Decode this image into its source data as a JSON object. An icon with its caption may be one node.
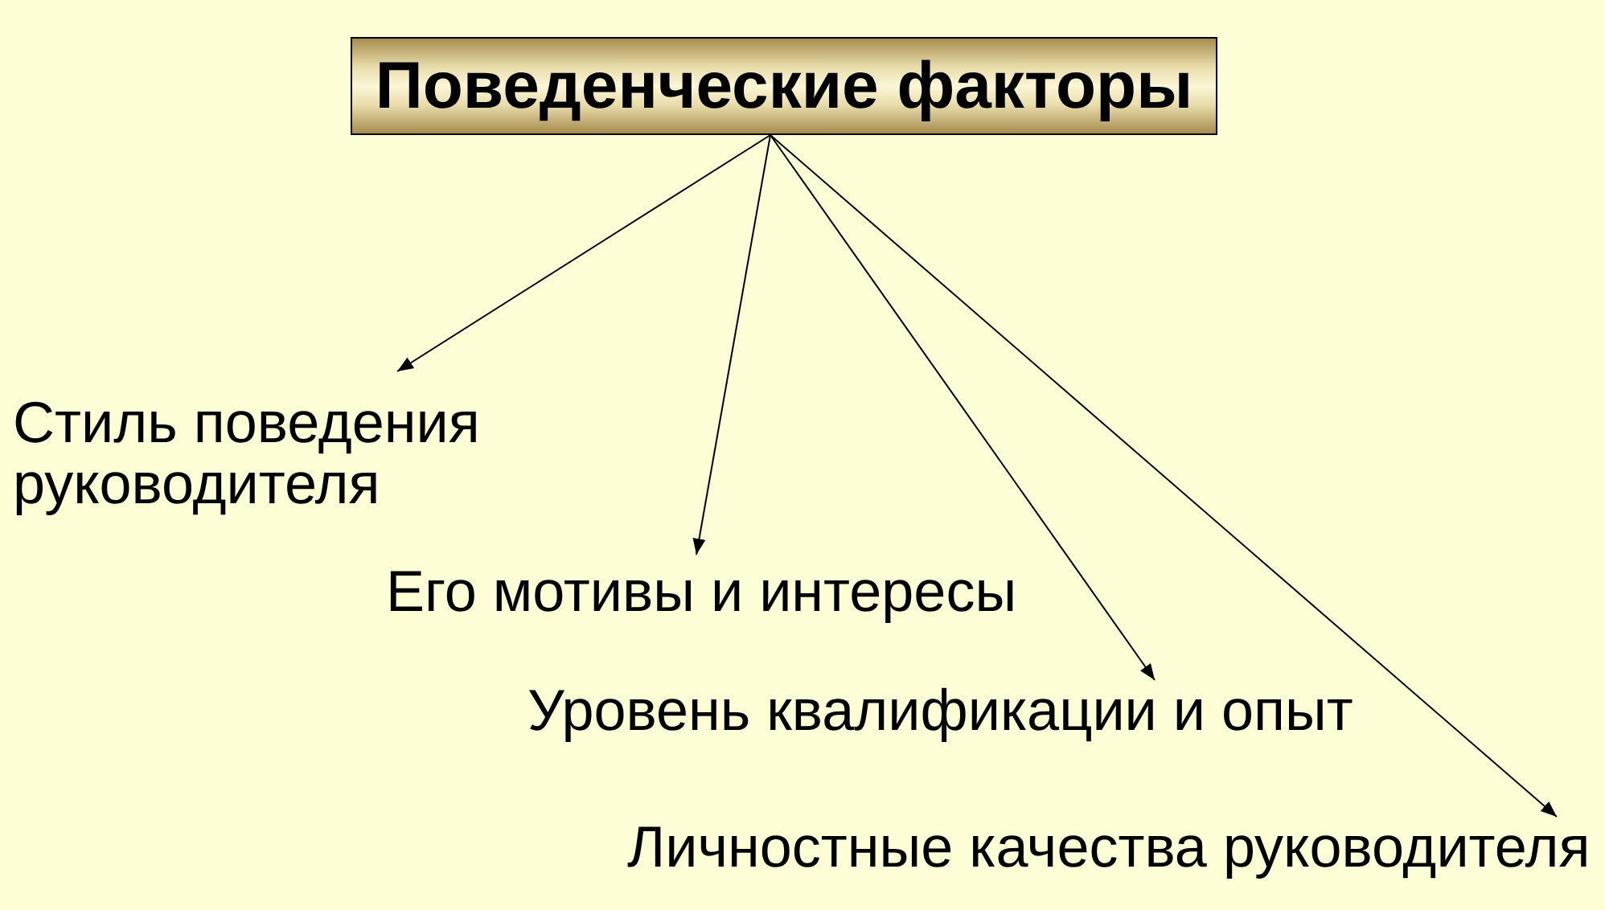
{
  "diagram": {
    "nodes": [
      {
        "text": [
          "Поведенческие факторы"
        ]
      },
      {
        "text": [
          "Стиль поведения руководителя"
        ]
      },
      {
        "text": [
          "Его мотивы и интересы"
        ]
      },
      {
        "text": [
          "Уровень квалификации и опыт"
        ]
      },
      {
        "text": [
          "Личностные качества руководителя"
        ]
      }
    ],
    "edges": [
      {
        "from": 0,
        "to": 1,
        "arrow": "to"
      },
      {
        "from": 0,
        "to": 2,
        "arrow": "to"
      },
      {
        "from": 0,
        "to": 3,
        "arrow": "to"
      },
      {
        "from": 0,
        "to": 4,
        "arrow": "to"
      }
    ]
  }
}
